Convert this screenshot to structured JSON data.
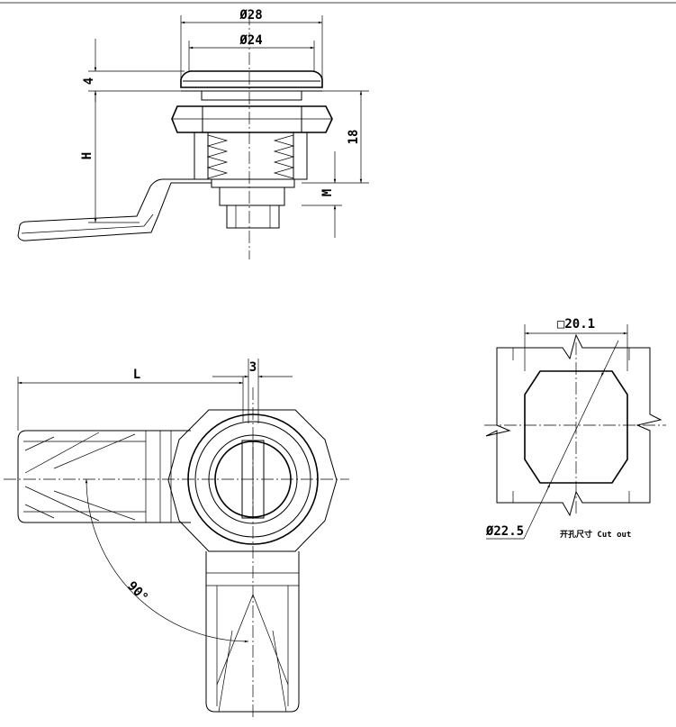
{
  "dimensions": {
    "outer_diameter": "Ø28",
    "inner_diameter": "Ø24",
    "flange_height": "4",
    "height": "H",
    "body_length": "18",
    "nut_height": "M",
    "lever_length": "L",
    "slot_width": "3",
    "rotation_angle": "90°",
    "cutout_width": "□20.1",
    "cutout_diameter": "Ø22.5"
  },
  "labels": {
    "cutout_note": "开孔尺寸 Cut out"
  }
}
